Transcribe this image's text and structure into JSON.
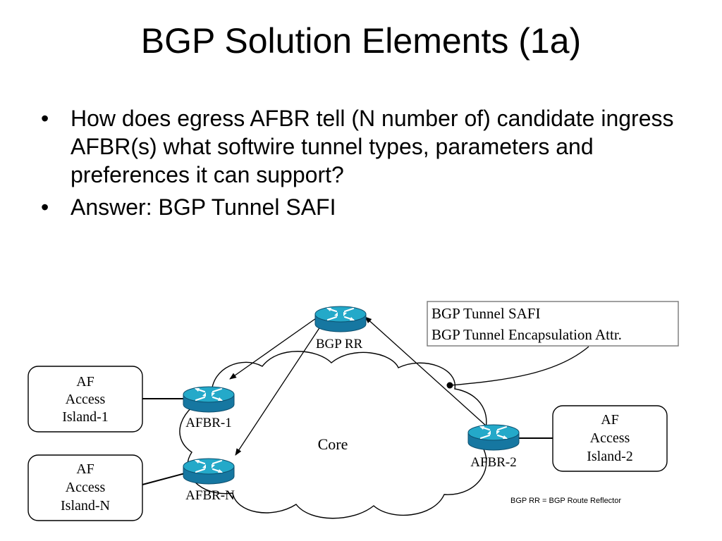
{
  "slide": {
    "title": "BGP Solution Elements (1a)",
    "bullets": [
      "How does egress AFBR tell (N number of) candidate ingress AFBR(s) what softwire tunnel types, parameters and preferences it can support?",
      "Answer: BGP Tunnel SAFI"
    ],
    "bullet_glyph": "•"
  },
  "diagram": {
    "core_label": "Core",
    "routers": {
      "rr": "BGP RR",
      "afbr1": "AFBR-1",
      "afbrn": "AFBR-N",
      "afbr2": "AFBR-2"
    },
    "islands": {
      "island1": [
        "AF",
        "Access",
        "Island-1"
      ],
      "islandn": [
        "AF",
        "Access",
        "Island-N"
      ],
      "island2": [
        "AF",
        "Access",
        "Island-2"
      ]
    },
    "legend": [
      "BGP Tunnel SAFI",
      "BGP Tunnel Encapsulation Attr."
    ],
    "footnote": "BGP RR = BGP Route Reflector",
    "router_icon": "router-icon",
    "colors": {
      "router_top": "#24a9c9",
      "router_side": "#1677a1",
      "router_arrows": "#ffffff"
    }
  }
}
